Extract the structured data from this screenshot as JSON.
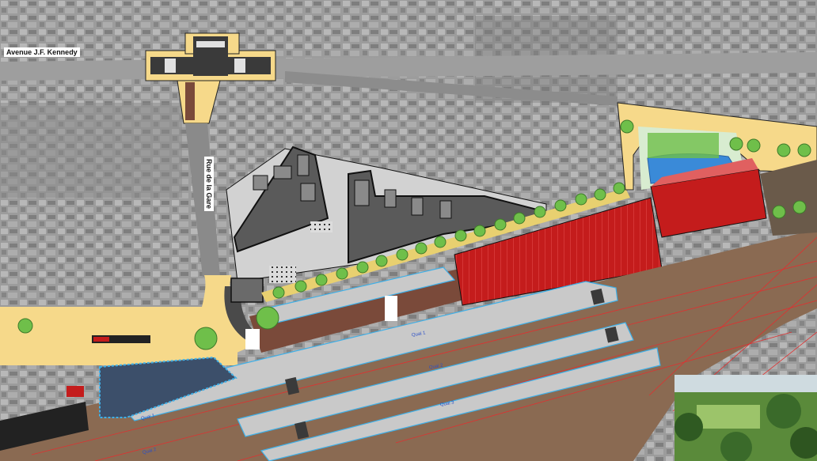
{
  "map": {
    "streets": {
      "kennedy": "Avenue J.F. Kennedy",
      "gare": "Rue de la Gare"
    },
    "platforms": [
      {
        "label": "Quai 1"
      },
      {
        "label": "Quai 2"
      },
      {
        "label": "Quai 3"
      },
      {
        "label": "Quai 1"
      },
      {
        "label": "Quai 2"
      }
    ]
  },
  "colors": {
    "aerial_gray": "#9a9a9a",
    "road_yellow": "#f6d98a",
    "station_roof_red": "#c41c1c",
    "platform_gray": "#c9c9c9",
    "platform_outline_blue": "#3fb0e8",
    "track_bed_brown": "#8a6a52",
    "paving_brown": "#7a4a3a",
    "building_gray": "#5a5a5a",
    "water_blue": "#3c4f6a",
    "tree_green": "#6fbf4a",
    "rail_red": "#e03030"
  }
}
